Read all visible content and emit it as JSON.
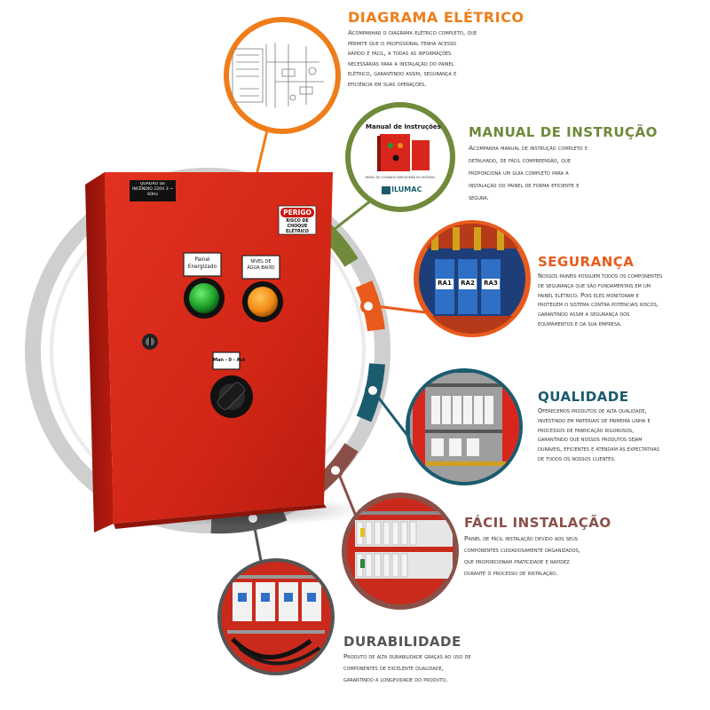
{
  "colors": {
    "orange": "#ef7d1a",
    "green": "#6f8a3a",
    "red_orange": "#e85b1c",
    "teal": "#1b5b6e",
    "brown": "#8a5048",
    "dark": "#555555",
    "panel_red": "#d9261c"
  },
  "panel": {
    "plate": "QUADRO DE INCÊNDIO 220V 3 ~ 60Hz",
    "danger_title": "PERIGO",
    "danger_text": "RISCO DE CHOQUE ELÉTRICO",
    "label_energized": "Painel Energizado",
    "label_water": "NÍVEL DE ÁGUA BAIXO",
    "label_switch": "Man - 0 - Aut"
  },
  "features": [
    {
      "id": "diagrama",
      "title": "DIAGRAMA ELÉTRICO",
      "color": "#ef7d1a",
      "lines": [
        "Acompanhar o diagrama elétrico completo, que",
        "permite que o profissional tenha acesso",
        "rápido e fácil, a todas as informações",
        "necessárias para a instalação do painel",
        "elétrico, garantindo assim, segurança e",
        "eficiência em suas operações."
      ]
    },
    {
      "id": "manual",
      "title": "MANUAL DE INSTRUÇÃO",
      "color": "#6f8a3a",
      "lines": [
        "Acompanha manual de instrução completo e",
        "detalhado, de fácil compreensão, que",
        "proporciona um guia completo para a",
        "instalação do painel de forma eficiente e",
        "segura."
      ],
      "image_title": "Manual de Instruções",
      "image_caption": "PAINEL DE COMANDO PARA BOMBA DE INCÊNDIO",
      "image_brand": "ILUMAC"
    },
    {
      "id": "seguranca",
      "title": "SEGURANÇA",
      "color": "#e85b1c",
      "lines": [
        "Nossos painéis possuem todos os componentes",
        "de segurança que são fundamentais em um",
        "painel elétrico. Pois eles monitoram e",
        "protegem o sistema contra potenciais riscos,",
        "garantindo assim a segurança dos",
        "equipamentos e da sua empresa."
      ],
      "relays": [
        "RA1",
        "RA2",
        "RA3"
      ]
    },
    {
      "id": "qualidade",
      "title": "QUALIDADE",
      "color": "#1b5b6e",
      "lines": [
        "Oferecemos produtos de alta qualidade,",
        "investindo em materiais de primeira linha e",
        "processos de fabricação rigorosos,",
        "garantindo que nossos produtos sejam",
        "duráveis, eficientes e atendam às expectativas",
        "de todos os nossos clientes."
      ]
    },
    {
      "id": "facil",
      "title": "FÁCIL INSTALAÇÃO",
      "color": "#8a5048",
      "lines": [
        "Painel de fácil instalação devido aos seus",
        "componentes cuidadosamente organizados,",
        "que proporcionam praticidade e rapidez",
        "durante o processo de instalação."
      ]
    },
    {
      "id": "durabilidade",
      "title": "DURABILIDADE",
      "color": "#555555",
      "lines": [
        "Produto de alta durabilidade graças ao uso de",
        "componentes de excelente qualidade,",
        "garantindo a longevidade do produto."
      ]
    }
  ]
}
